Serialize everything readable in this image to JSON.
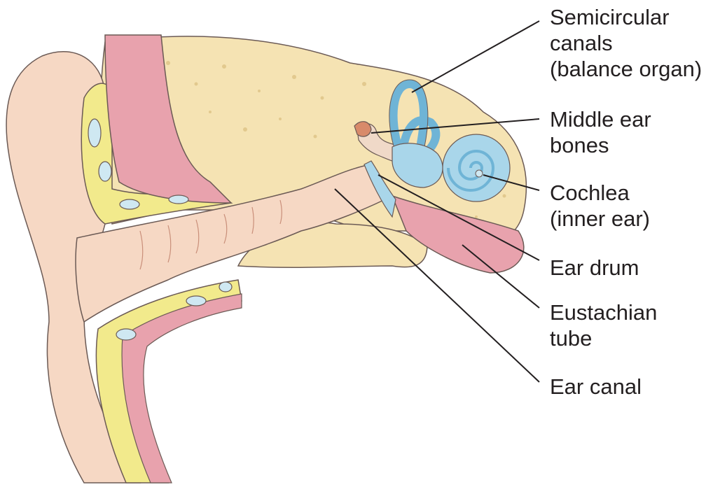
{
  "labels": {
    "semicircular_canals": [
      "Semicircular",
      "canals",
      "(balance organ)"
    ],
    "middle_ear_bones": [
      "Middle ear",
      "bones"
    ],
    "cochlea": [
      "Cochlea",
      "(inner ear)"
    ],
    "ear_drum": [
      "Ear drum"
    ],
    "eustachian_tube": [
      "Eustachian",
      "tube"
    ],
    "ear_canal": [
      "Ear canal"
    ]
  },
  "colors": {
    "skin": "#f6d8c4",
    "skin_shadow": "#e9b9a0",
    "bone": "#f5e3b3",
    "bone_speckle": "#e2c98e",
    "cartilage": "#f2ea8c",
    "muscle": "#e8a2ad",
    "muscle_dark": "#d9798a",
    "inner_ear": "#a9d6ea",
    "inner_ear_dark": "#6fb4d6",
    "ossicle": "#d88a6a",
    "outline": "#6b5a55",
    "leader": "#231f20",
    "text": "#231f20"
  }
}
